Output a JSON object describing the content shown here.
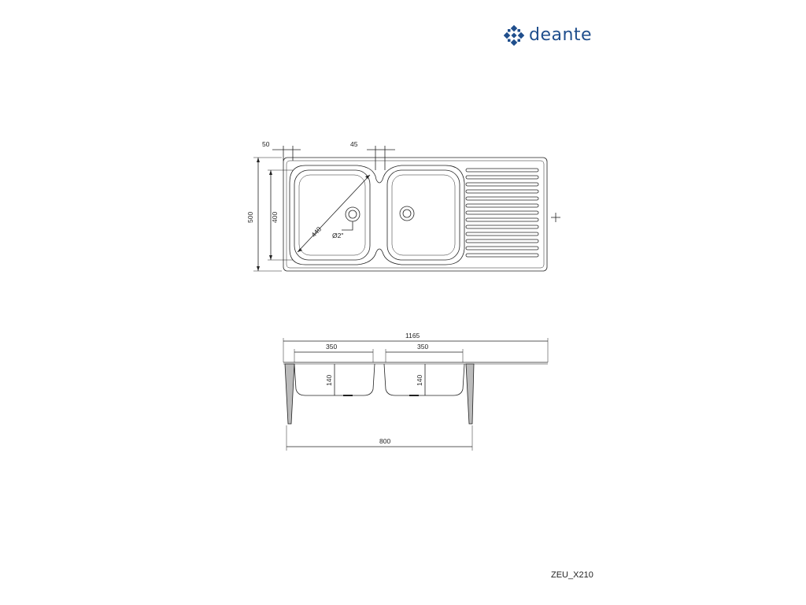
{
  "brand": {
    "name": "deante",
    "color": "#1f4e8c",
    "logo_icon": "deante-pinwheel-logo-icon"
  },
  "product_code": "ZEU_X210",
  "line_color": "#222222",
  "top_view": {
    "dim_50": "50",
    "dim_45": "45",
    "dim_500": "500",
    "dim_400": "400",
    "dim_440": "440",
    "drain": "Ø2\""
  },
  "side_view": {
    "dim_1165": "1165",
    "dim_350_left": "350",
    "dim_350_right": "350",
    "dim_140_left": "140",
    "dim_140_right": "140",
    "dim_800": "800"
  }
}
